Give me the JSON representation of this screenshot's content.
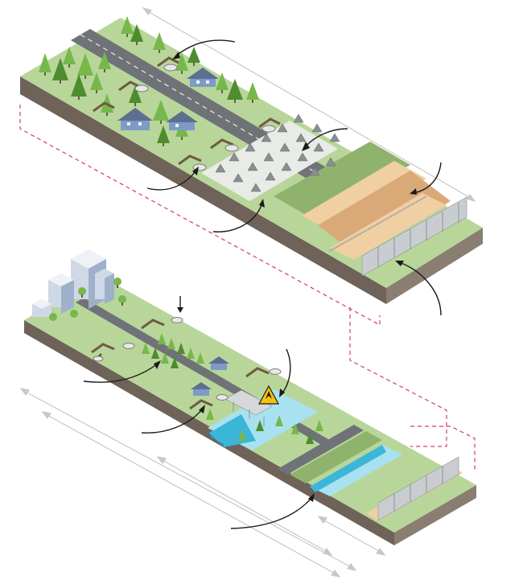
{
  "diagram": {
    "top_panel": {
      "layers": [
        "grass",
        "road",
        "obstacle-field",
        "sand-berm",
        "fence-wall"
      ],
      "callout_count": 7
    },
    "bottom_panel": {
      "layers": [
        "grass",
        "city",
        "road",
        "bridge",
        "river",
        "canal",
        "fence-wall"
      ],
      "callout_count": 5,
      "warning_sign": "explosion-hazard-icon"
    },
    "colors": {
      "grass_top": "#b8d69a",
      "grass_side": "#6e6259",
      "earth_side": "#8a7d72",
      "road": "#6f7377",
      "road_line": "#e9ecee",
      "sand": "#f0cfa2",
      "sand_dark": "#d9a978",
      "dark_green": "#8fb36d",
      "tree": "#76b84a",
      "tree_dark": "#4f8b2f",
      "water": "#3bb6d8",
      "water_light": "#a8e2f0",
      "fence": "#c9cdd0",
      "house": "#7f9ac5",
      "dash": "#d4415a",
      "arrow": "#1b1b1b",
      "dim_line": "#c8c8c8",
      "warning": "#f4c20d"
    }
  }
}
